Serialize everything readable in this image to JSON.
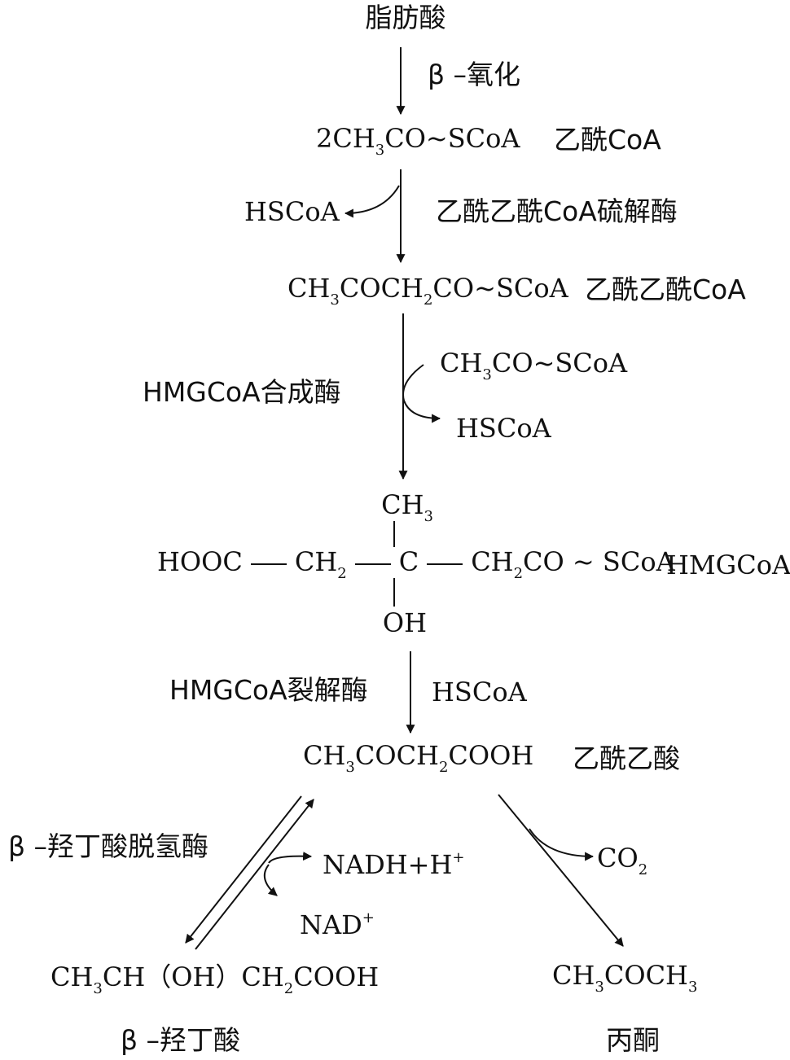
{
  "colors": {
    "ink": "#111111",
    "background": "#ffffff"
  },
  "compounds": {
    "fatty_acid": "脂肪酸",
    "acetyl_coa": {
      "pre": "2CH",
      "s3": "3",
      "post": "CO~SCoA",
      "name": "乙酰CoA"
    },
    "acetoacetyl_coa": {
      "p1": "CH",
      "s3": "3",
      "p2": "COCH",
      "s2": "2",
      "p3": "CO~SCoA",
      "name": "乙酰乙酰CoA"
    },
    "hmgcoa": {
      "ch3": "CH",
      "ch3_sub": "3",
      "hooc": "HOOC",
      "ch2": "CH",
      "ch2_sub": "2",
      "c": "C",
      "right_pre": "CH",
      "right_sub": "2",
      "right_post": "CO ~ SCoA",
      "oh": "OH",
      "name": "HMGCoA"
    },
    "acetoacetic_acid": {
      "p1": "CH",
      "s3": "3",
      "p2": "COCH",
      "s2": "2",
      "p3": "COOH",
      "name": "乙酰乙酸"
    },
    "beta_hydroxybutyrate": {
      "p1": "CH",
      "s3": "3",
      "p2": "CH（OH）CH",
      "s2": "2",
      "p3": "COOH",
      "name": "β –羟丁酸"
    },
    "acetone": {
      "p1": "CH",
      "s3": "3",
      "p2": "COCH",
      "s3b": "3",
      "name": "丙酮"
    }
  },
  "reactions": {
    "beta_oxidation": "β –氧化",
    "thiolase": {
      "enzyme": "乙酰乙酰CoA硫解酶",
      "byproduct": "HSCoA"
    },
    "hmgcoa_synthase": {
      "enzyme": "HMGCoA合成酶",
      "input_pre": "CH",
      "input_sub": "3",
      "input_post": "CO~SCoA",
      "output": "HSCoA"
    },
    "hmgcoa_lyase": {
      "enzyme": "HMGCoA裂解酶",
      "byproduct": "HSCoA"
    },
    "bdh": {
      "enzyme": "β –羟丁酸脱氢酶",
      "nadh": "NADH+H",
      "nadh_sup": "+",
      "nad": "NAD",
      "nad_sup": "+"
    },
    "decarboxylation": {
      "co2": "CO",
      "co2_sub": "2"
    }
  }
}
